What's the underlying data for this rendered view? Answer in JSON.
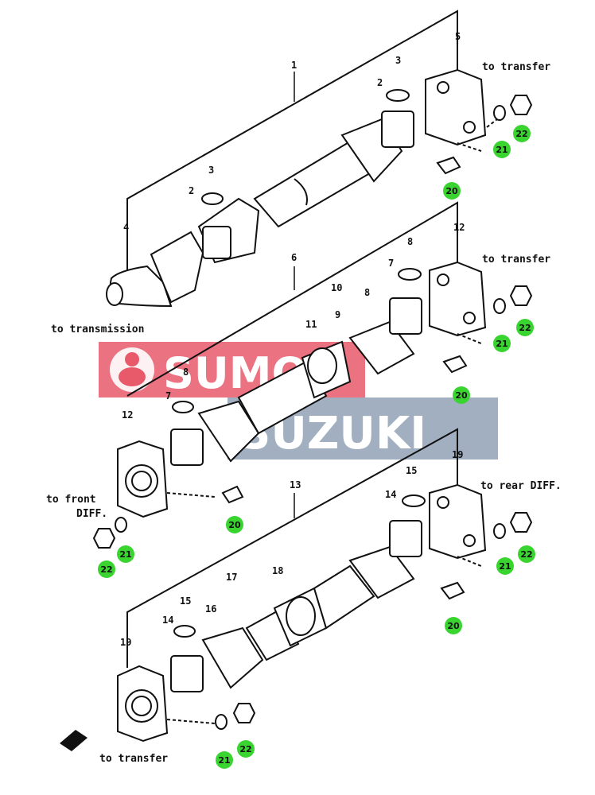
{
  "watermark": {
    "line1": "SUMO",
    "line2": "SUZUKI",
    "red": "#e8596a",
    "gray": "#8a9bb0"
  },
  "colors": {
    "callout_green": "#39d430",
    "ink": "#111111"
  },
  "labels": {
    "to_transfer_1": "to transfer",
    "to_transfer_2": "to transfer",
    "to_transmission": "to transmission",
    "to_front_diff_1": "to front",
    "to_front_diff_2": "DIFF.",
    "to_rear_diff": "to rear DIFF.",
    "to_transfer_bottom": "to transfer"
  },
  "parts": {
    "p1": "1",
    "p2a": "2",
    "p2b": "2",
    "p3a": "3",
    "p3b": "3",
    "p4": "4",
    "p5": "5",
    "p6": "6",
    "p7a": "7",
    "p7b": "7",
    "p8a": "8",
    "p8b": "8",
    "p8c": "8",
    "p9": "9",
    "p10": "10",
    "p11": "11",
    "p12a": "12",
    "p12b": "12",
    "p13": "13",
    "p14a": "14",
    "p14b": "14",
    "p15a": "15",
    "p15b": "15",
    "p16": "16",
    "p17": "17",
    "p18": "18",
    "p19a": "19",
    "p19b": "19"
  },
  "callouts": {
    "c20a": "20",
    "c21a": "21",
    "c22a": "22",
    "c20b": "20",
    "c21b": "21",
    "c22b": "22",
    "c20c": "20",
    "c21c": "21",
    "c22c": "22",
    "c20d": "20",
    "c21d": "21",
    "c22d": "22",
    "c21e": "21",
    "c22e": "22"
  }
}
